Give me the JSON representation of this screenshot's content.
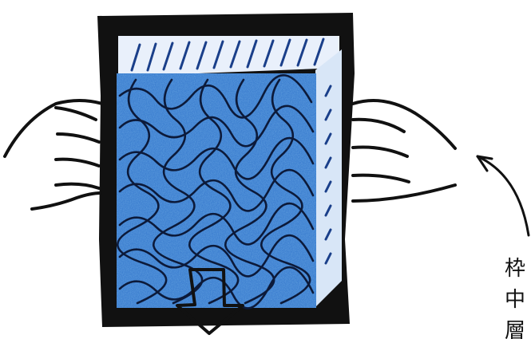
{
  "caption": {
    "line1": "枠",
    "line2": "中",
    "line3": "層"
  },
  "colors": {
    "frame": "#111111",
    "crayon_blue": "#2f74c8",
    "paper": "#ffffff"
  },
  "icons": {
    "left_hand": "hand-icon",
    "right_hand": "hand-icon",
    "pointer": "curved-arrow-icon",
    "down_arrow": "down-arrow-icon"
  }
}
